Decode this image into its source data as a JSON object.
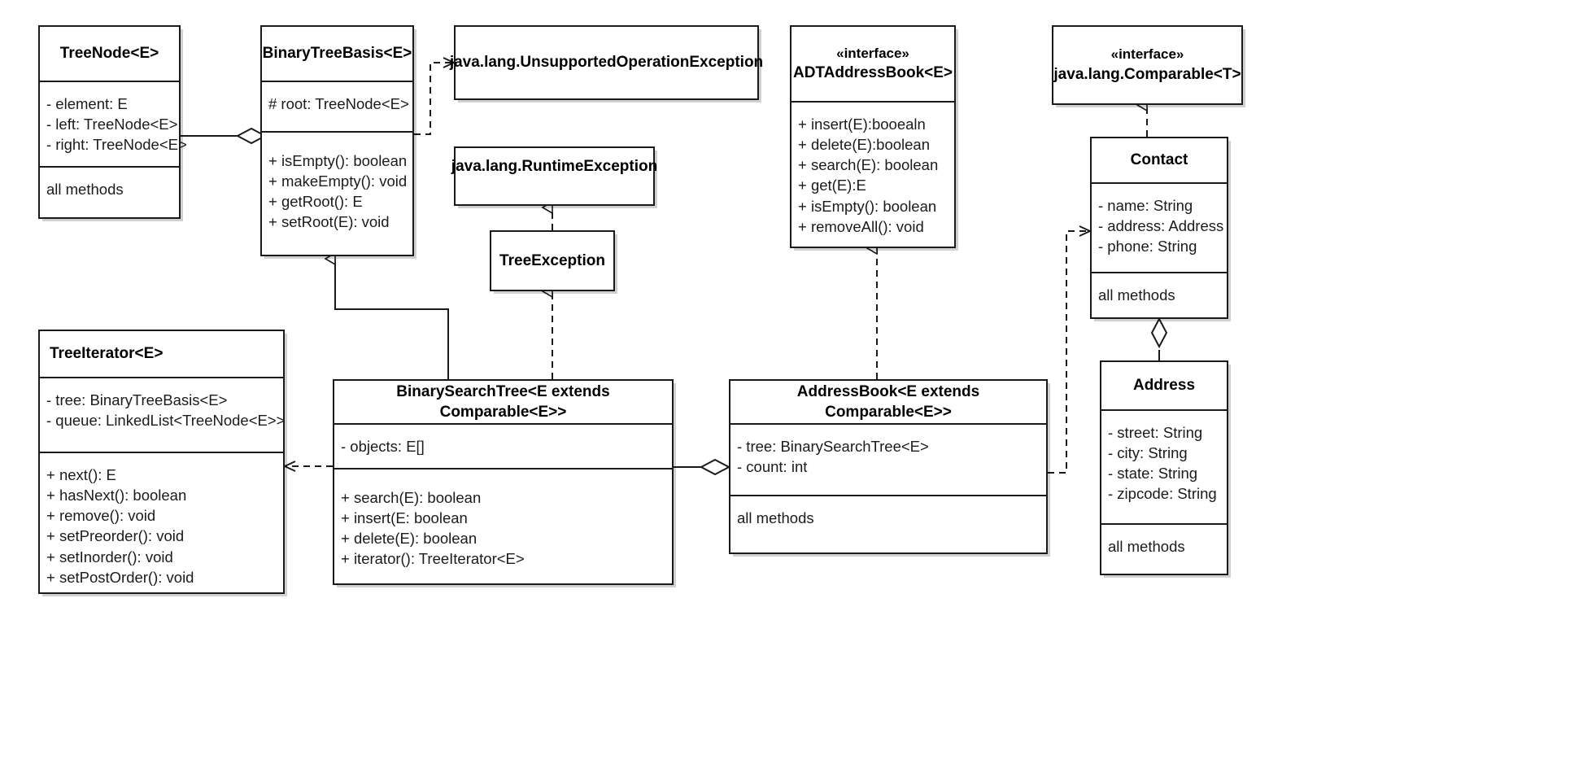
{
  "diagram": {
    "title": "UML Class Diagram",
    "style": {
      "line_color": "#1a1a1a",
      "fill": "#ffffff",
      "shadow": "rgba(0,0,0,0.18)"
    }
  },
  "classes": {
    "treenode": {
      "name": "TreeNode<E>",
      "attributes": [
        "- element: E",
        "- left: TreeNode<E>",
        "- right: TreeNode<E>"
      ],
      "methods": [
        "all methods"
      ]
    },
    "binarytreebasis": {
      "name": "BinaryTreeBasis<E>",
      "attributes": [
        "# root: TreeNode<E>"
      ],
      "methods": [
        "+ isEmpty(): boolean",
        "+ makeEmpty(): void",
        "+ getRoot(): E",
        "+ setRoot(E): void"
      ]
    },
    "unsupportedop": {
      "name": "java.lang.UnsupportedOperationException"
    },
    "runtimeexception": {
      "name": "java.lang.RuntimeException"
    },
    "treeexception": {
      "name": "TreeException"
    },
    "adtaddressbook": {
      "stereotype": "«interface»",
      "name": "ADTAddressBook<E>",
      "methods": [
        "+ insert(E):booealn",
        "+ delete(E):boolean",
        "+ search(E): boolean",
        "+ get(E):E",
        "+ isEmpty(): boolean",
        "+ removeAll(): void"
      ]
    },
    "comparable": {
      "stereotype": "«interface»",
      "name": "java.lang.Comparable<T>"
    },
    "contact": {
      "name": "Contact",
      "attributes": [
        "- name: String",
        "- address: Address",
        "- phone: String"
      ],
      "methods": [
        "all methods"
      ]
    },
    "address": {
      "name": "Address",
      "attributes": [
        "- street: String",
        "- city: String",
        "- state: String",
        "- zipcode: String"
      ],
      "methods": [
        "all methods"
      ]
    },
    "treeiterator": {
      "name": "TreeIterator<E>",
      "attributes": [
        "-  tree:  BinaryTreeBasis<E>",
        "- queue: LinkedList<TreeNode<E>>"
      ],
      "methods": [
        "+ next(): E",
        "+ hasNext(): boolean",
        "+ remove(): void",
        "+ setPreorder(): void",
        "+ setInorder(): void",
        "+ setPostOrder(): void"
      ]
    },
    "binarysearchtree": {
      "name": "BinarySearchTree<E extends Comparable<E>>",
      "attributes": [
        "- objects: E[]"
      ],
      "methods": [
        "+ search(E): boolean",
        "+ insert(E: boolean",
        "+ delete(E): boolean",
        "+ iterator(): TreeIterator<E>"
      ]
    },
    "addressbook": {
      "name": "AddressBook<E extends Comparable<E>>",
      "attributes": [
        "- tree: BinarySearchTree<E>",
        "- count: int"
      ],
      "methods": [
        "all methods"
      ]
    }
  },
  "relationships": [
    {
      "id": "treenode-aggr-basis",
      "from": "treenode",
      "to": "binarytreebasis",
      "type": "aggregation"
    },
    {
      "id": "basis-dep-unsupported",
      "from": "binarytreebasis",
      "to": "unsupportedop",
      "type": "dependency"
    },
    {
      "id": "treeexception-ext-runtime",
      "from": "treeexception",
      "to": "runtimeexception",
      "type": "realization"
    },
    {
      "id": "bst-ext-basis",
      "from": "binarysearchtree",
      "to": "binarytreebasis",
      "type": "generalization"
    },
    {
      "id": "bst-dep-treeexception",
      "from": "binarysearchtree",
      "to": "treeexception",
      "type": "dependency"
    },
    {
      "id": "bst-dep-treeiterator",
      "from": "binarysearchtree",
      "to": "treeiterator",
      "type": "dependency"
    },
    {
      "id": "addressbook-impl-adt",
      "from": "addressbook",
      "to": "adtaddressbook",
      "type": "realization"
    },
    {
      "id": "addressbook-aggr-bst",
      "from": "addressbook",
      "to": "binarysearchtree",
      "type": "aggregation"
    },
    {
      "id": "addressbook-dep-contact",
      "from": "addressbook",
      "to": "contact",
      "type": "dependency"
    },
    {
      "id": "contact-impl-comparable",
      "from": "contact",
      "to": "comparable",
      "type": "realization"
    },
    {
      "id": "contact-aggr-address",
      "from": "contact",
      "to": "address",
      "type": "aggregation"
    }
  ]
}
